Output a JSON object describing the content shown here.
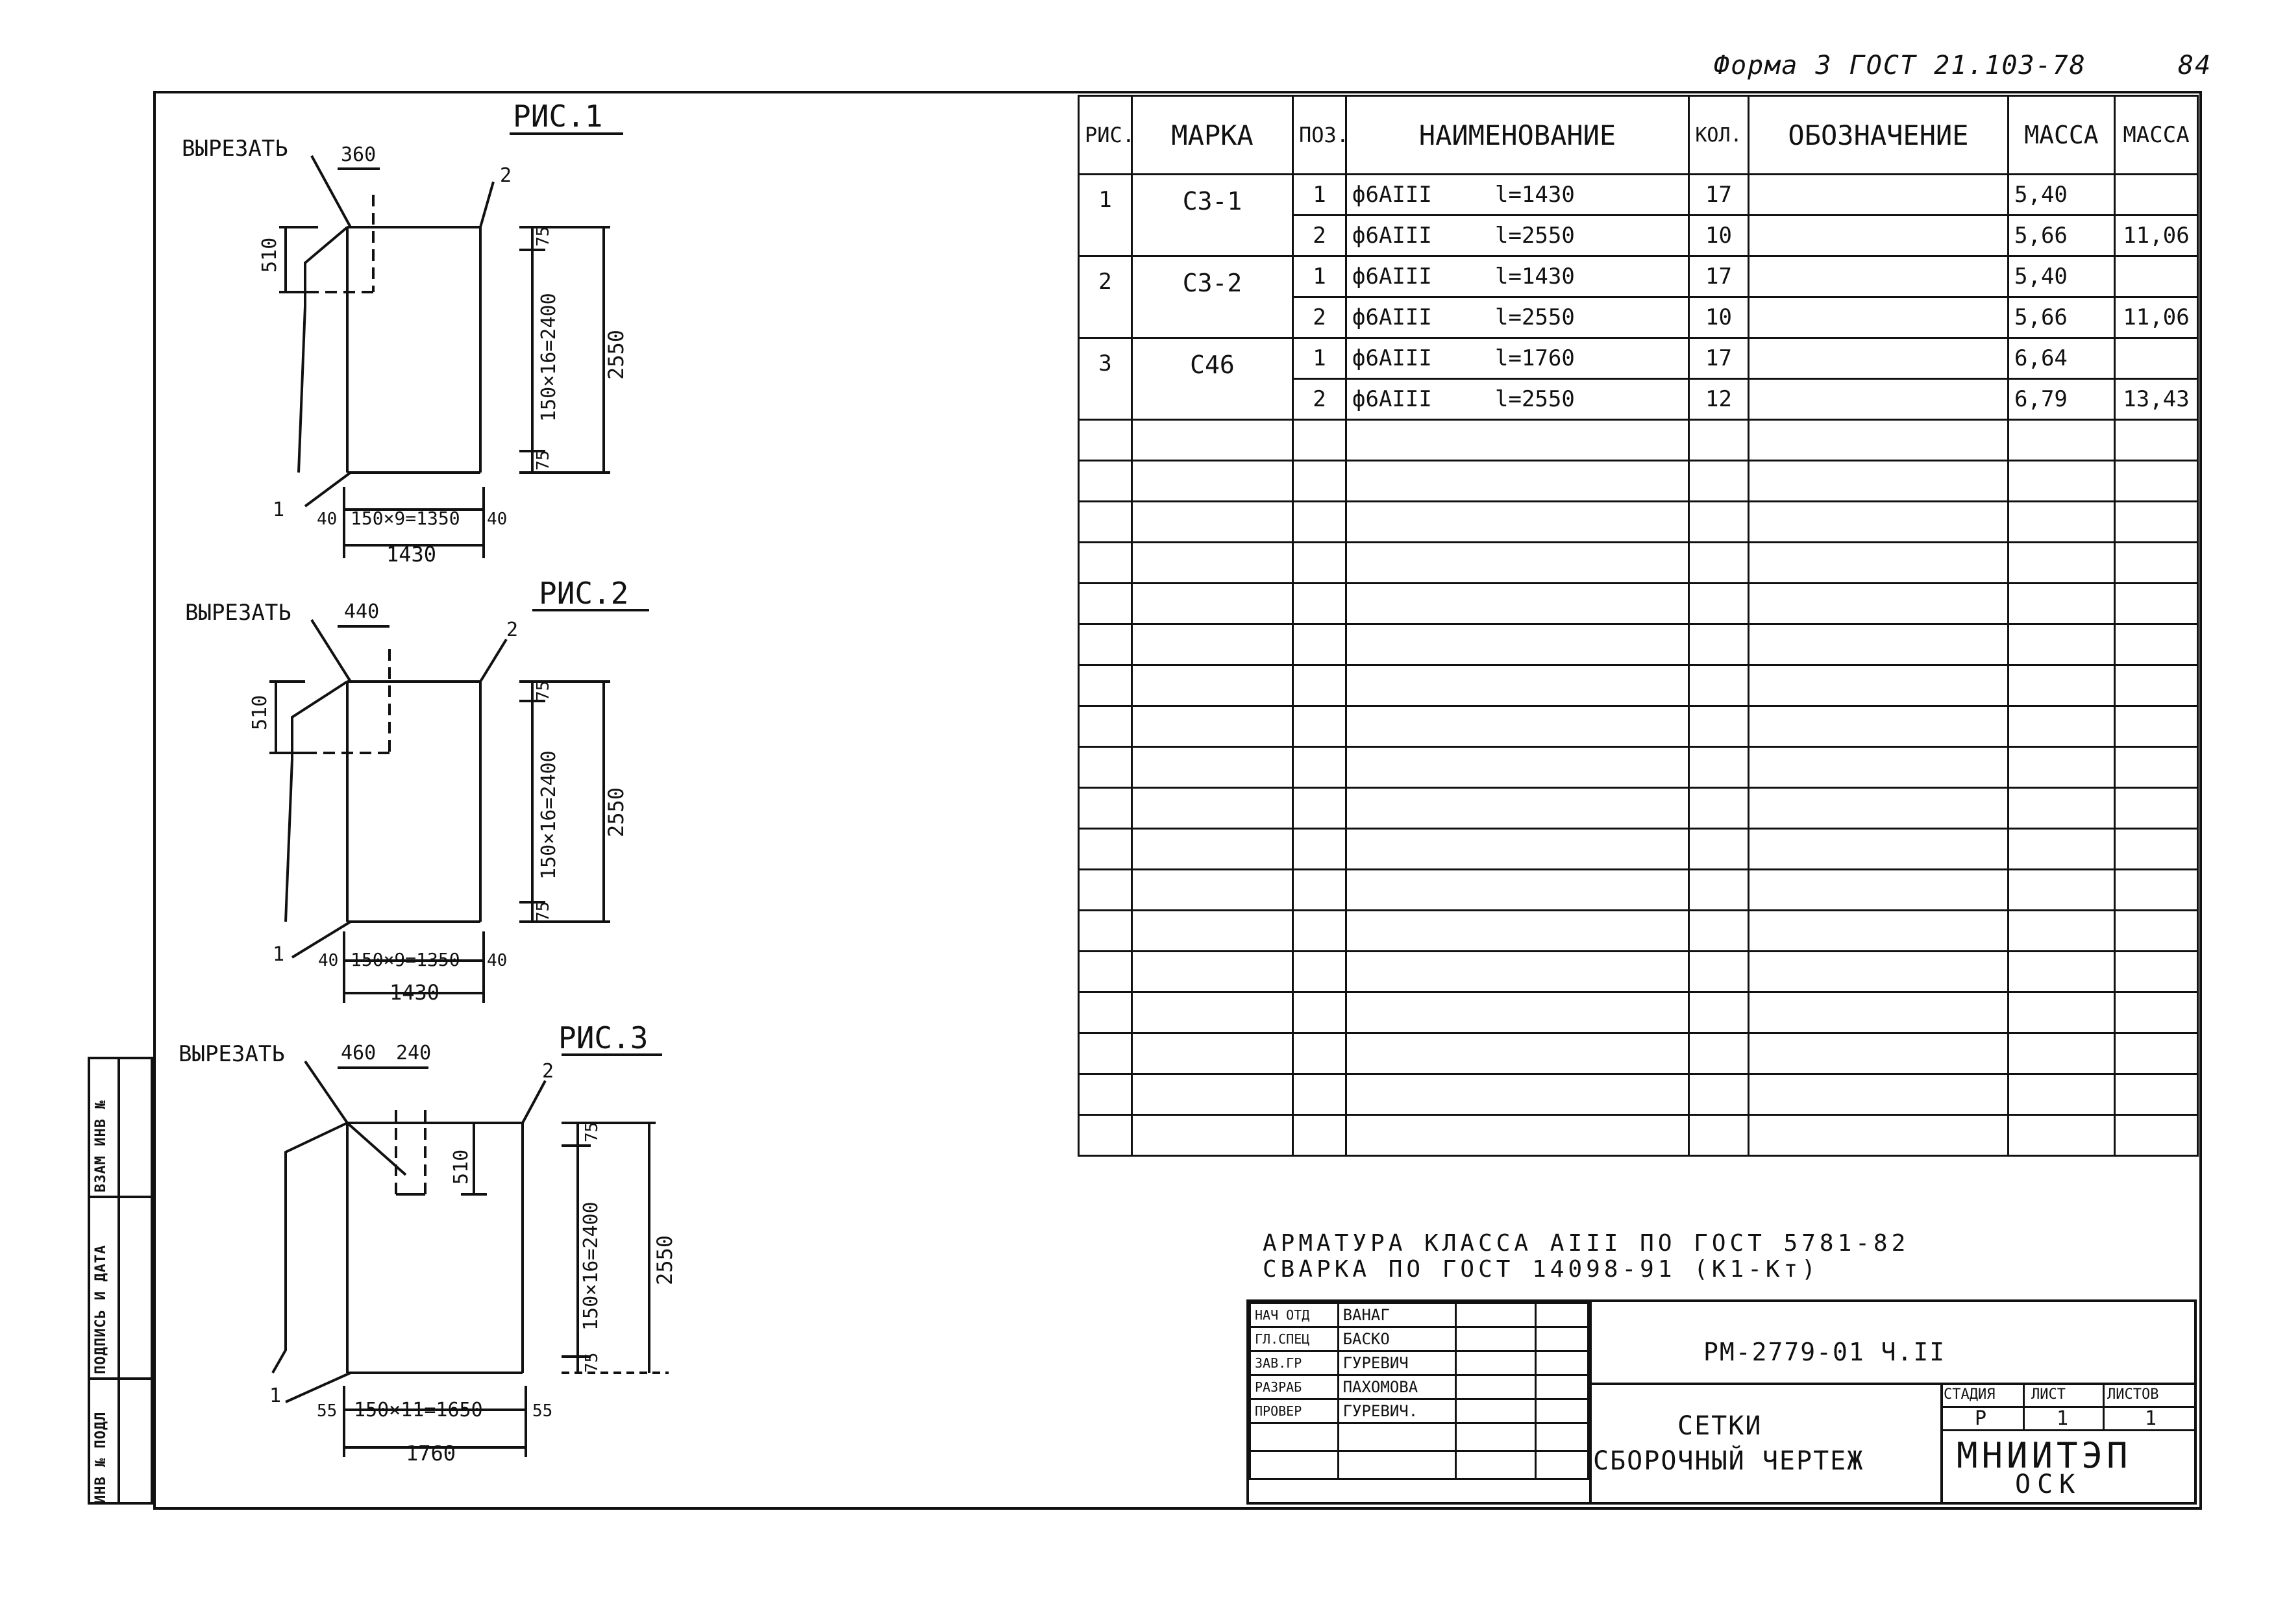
{
  "header": {
    "form_label": "Форма 3 ГОСТ 21.103-78",
    "page_number": "84"
  },
  "side_stamp": {
    "cells": [
      "ИНВ № ПОДЛ",
      "ПОДПИСЬ И ДАТА",
      "ВЗАМ ИНВ №"
    ]
  },
  "figures": [
    {
      "title": "РИС.1",
      "cut_label": "ВЫРЕЗАТЬ",
      "cut_dims": [
        "360"
      ],
      "cut_height": "510",
      "callout_1": "1",
      "callout_2": "2",
      "edge_top": "75",
      "edge_bottom": "75",
      "inner_vertical": "150×16=2400",
      "overall_vertical": "2550",
      "margin_left": "40",
      "margin_right": "40",
      "inner_horizontal": "150×9=1350",
      "overall_horizontal": "1430"
    },
    {
      "title": "РИС.2",
      "cut_label": "ВЫРЕЗАТЬ",
      "cut_dims": [
        "440"
      ],
      "cut_height": "510",
      "callout_1": "1",
      "callout_2": "2",
      "edge_top": "75",
      "edge_bottom": "75",
      "inner_vertical": "150×16=2400",
      "overall_vertical": "2550",
      "margin_left": "40",
      "margin_right": "40",
      "inner_horizontal": "150×9=1350",
      "overall_horizontal": "1430"
    },
    {
      "title": "РИС.3",
      "cut_label": "ВЫРЕЗАТЬ",
      "cut_dims": [
        "460",
        "240"
      ],
      "cut_height": "510",
      "callout_1": "1",
      "callout_2": "2",
      "edge_top": "75",
      "edge_bottom": "75",
      "inner_vertical": "150×16=2400",
      "overall_vertical": "2550",
      "margin_left": "55",
      "margin_right": "55",
      "inner_horizontal": "150×11=1650",
      "overall_horizontal": "1760"
    }
  ],
  "spec_table": {
    "headers": [
      "РИС.",
      "МАРКА",
      "ПОЗ.",
      "НАИМЕНОВАНИЕ",
      "КОЛ.",
      "ОБОЗНАЧЕНИЕ",
      "МАССА",
      "МАССА"
    ],
    "groups": [
      {
        "fig": "1",
        "mark": "С3-1",
        "total": "11,06",
        "rows": [
          {
            "pos": "1",
            "name": "ф6АIII",
            "length": "l=1430",
            "qty": "17",
            "mass": "5,40"
          },
          {
            "pos": "2",
            "name": "ф6АIII",
            "length": "l=2550",
            "qty": "10",
            "mass": "5,66"
          }
        ]
      },
      {
        "fig": "2",
        "mark": "С3-2",
        "total": "11,06",
        "rows": [
          {
            "pos": "1",
            "name": "ф6АIII",
            "length": "l=1430",
            "qty": "17",
            "mass": "5,40"
          },
          {
            "pos": "2",
            "name": "ф6АIII",
            "length": "l=2550",
            "qty": "10",
            "mass": "5,66"
          }
        ]
      },
      {
        "fig": "3",
        "mark": "С46",
        "total": "13,43",
        "rows": [
          {
            "pos": "1",
            "name": "ф6АIII",
            "length": "l=1760",
            "qty": "17",
            "mass": "6,64"
          },
          {
            "pos": "2",
            "name": "ф6АIII",
            "length": "l=2550",
            "qty": "12",
            "mass": "6,79"
          }
        ]
      }
    ]
  },
  "notes": [
    "АРМАТУРА КЛАССА АIII ПО ГОСТ 5781-82",
    "СВАРКА ПО ГОСТ 14098-91 (К1-Кт)"
  ],
  "title_block": {
    "signers": [
      {
        "role": "НАЧ ОТД",
        "name": "ВАНАГ"
      },
      {
        "role": "ГЛ.СПЕЦ",
        "name": "БАСКО"
      },
      {
        "role": "ЗАВ.ГР",
        "name": "ГУРЕВИЧ"
      },
      {
        "role": "РАЗРАБ",
        "name": "ПАХОМОВА"
      },
      {
        "role": "ПРОВЕР",
        "name": "ГУРЕВИЧ."
      }
    ],
    "document_code": "РМ-2779-01  Ч.II",
    "title_line1": "СЕТКИ",
    "title_line2": "СБОРОЧНЫЙ ЧЕРТЕЖ",
    "stage_label": "СТАДИЯ",
    "sheet_label": "ЛИСТ",
    "sheets_label": "ЛИСТОВ",
    "stage_value": "Р",
    "sheet_value": "1",
    "sheets_value": "1",
    "org_line1": "МНИИТЭП",
    "org_line2": "ОСК"
  }
}
